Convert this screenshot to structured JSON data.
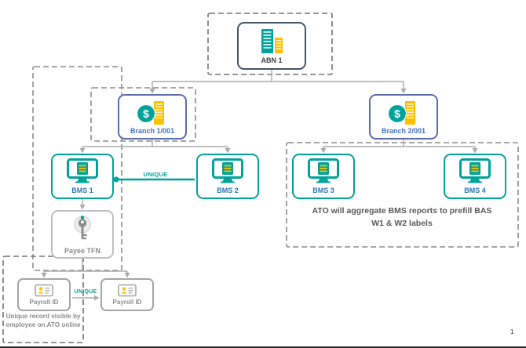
{
  "slide": {
    "page_number": "1"
  },
  "nodes": {
    "abn1": {
      "label": "ABN 1"
    },
    "branch1": {
      "label": "Branch 1/001"
    },
    "branch2": {
      "label": "Branch 2/001"
    },
    "bms1": {
      "label": "BMS 1"
    },
    "bms2": {
      "label": "BMS 2"
    },
    "bms3": {
      "label": "BMS 3"
    },
    "bms4": {
      "label": "BMS 4"
    },
    "payee_tfn": {
      "label": "Payee TFN"
    },
    "payroll_id_left": {
      "label": "Payroll ID"
    },
    "payroll_id_right": {
      "label": "Payroll ID"
    }
  },
  "annotations": {
    "unique_bms_link": "UNIQUE",
    "unique_payroll_link": "UNIQUE",
    "aggregate_note": "ATO will aggregate BMS reports to prefill BAS W1 & W2 labels",
    "unique_record_note": "Unique record visible by employee on ATO online"
  },
  "icons": {
    "abn": "buildings-icon",
    "branch": "dollar-building-icon",
    "bms": "monitor-report-icon",
    "payee": "key-icon",
    "payroll": "id-card-icon",
    "dollar_glyph": "$"
  },
  "colors": {
    "teal": "#00A39A",
    "yellow": "#FFC000",
    "branch_blue": "#4472C4",
    "bms_blue": "#2E75B6",
    "navy": "#44546A",
    "gray": "#8C8C8C"
  }
}
